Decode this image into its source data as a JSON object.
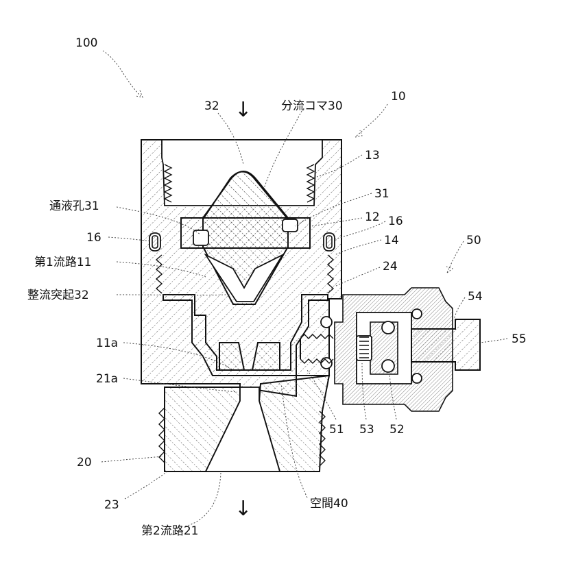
{
  "labels": {
    "l100": "100",
    "l10": "10",
    "l32top": "32",
    "bunryu_koma": "分流コマ30",
    "l13": "13",
    "l31": "31",
    "tsueki_ko": "通液孔31",
    "l12": "12",
    "l16_right": "16",
    "l16_left": "16",
    "l14": "14",
    "dai1_ryuro": "第1流路11",
    "l24": "24",
    "seiryu_tokki": "整流突起32",
    "l50": "50",
    "l54": "54",
    "l55": "55",
    "l11a": "11a",
    "l21a": "21a",
    "l51": "51",
    "l53": "53",
    "l52": "52",
    "l20": "20",
    "l23": "23",
    "kukan": "空間40",
    "dai2_ryuro": "第2流路21"
  },
  "arrows": {
    "top_arrow": "↓",
    "bottom_arrow": "↓"
  }
}
